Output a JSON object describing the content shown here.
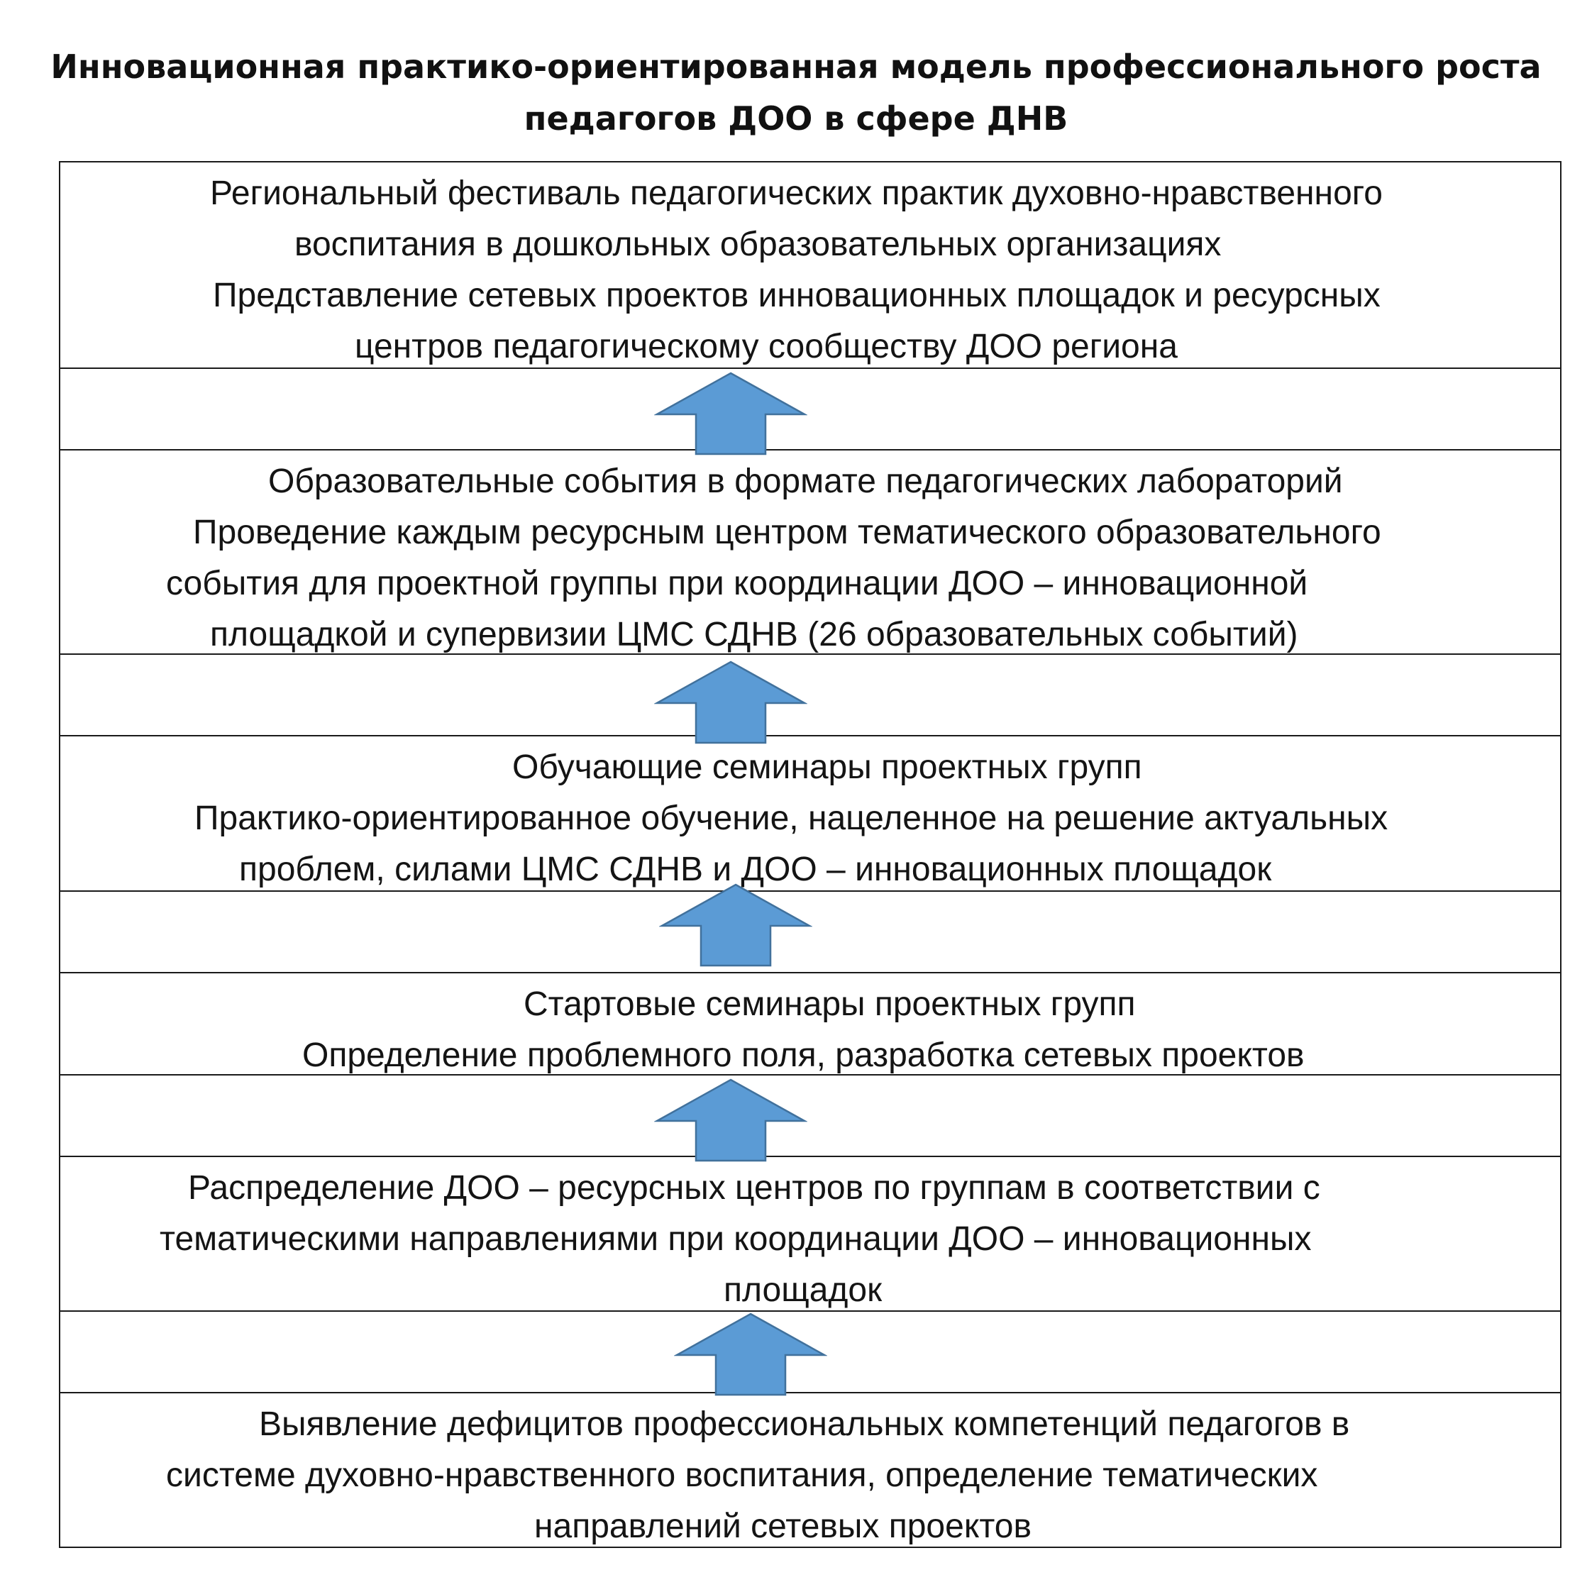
{
  "title": {
    "line1": "Инновационная практико-ориентированная модель профессионального роста",
    "line2": "педагогов ДОО в сфере ДНВ"
  },
  "stages": [
    {
      "lines": [
        "Региональный фестиваль педагогических практик духовно-нравственного",
        "воспитания в дошкольных образовательных организациях",
        "Представление сетевых проектов инновационных площадок и ресурсных",
        "центров педагогическому сообществу ДОО региона"
      ]
    },
    {
      "lines": [
        "Образовательные события в формате педагогических лабораторий",
        "Проведение каждым ресурсным центром тематического образовательного",
        "события для проектной группы при координации ДОО – инновационной",
        "площадкой и супервизии ЦМС СДНВ (26 образовательных событий)"
      ]
    },
    {
      "lines": [
        "Обучающие семинары проектных групп",
        "Практико-ориентированное обучение, нацеленное на решение актуальных",
        "проблем, силами ЦМС СДНВ и ДОО – инновационных площадок"
      ]
    },
    {
      "lines": [
        "Стартовые семинары проектных групп",
        "Определение проблемного поля, разработка сетевых проектов"
      ]
    },
    {
      "lines": [
        "Распределение ДОО – ресурсных центров по группам в соответствии с",
        "тематическими направлениями при координации ДОО – инновационных",
        "площадок"
      ]
    },
    {
      "lines": [
        "Выявление дефицитов профессиональных компетенций педагогов в",
        "системе духовно-нравственного воспитания, определение тематических",
        "направлений сетевых проектов"
      ]
    }
  ],
  "colors": {
    "arrow_fill": "#5b9bd5",
    "arrow_stroke": "#41719c",
    "border": "#1a1a1a"
  }
}
